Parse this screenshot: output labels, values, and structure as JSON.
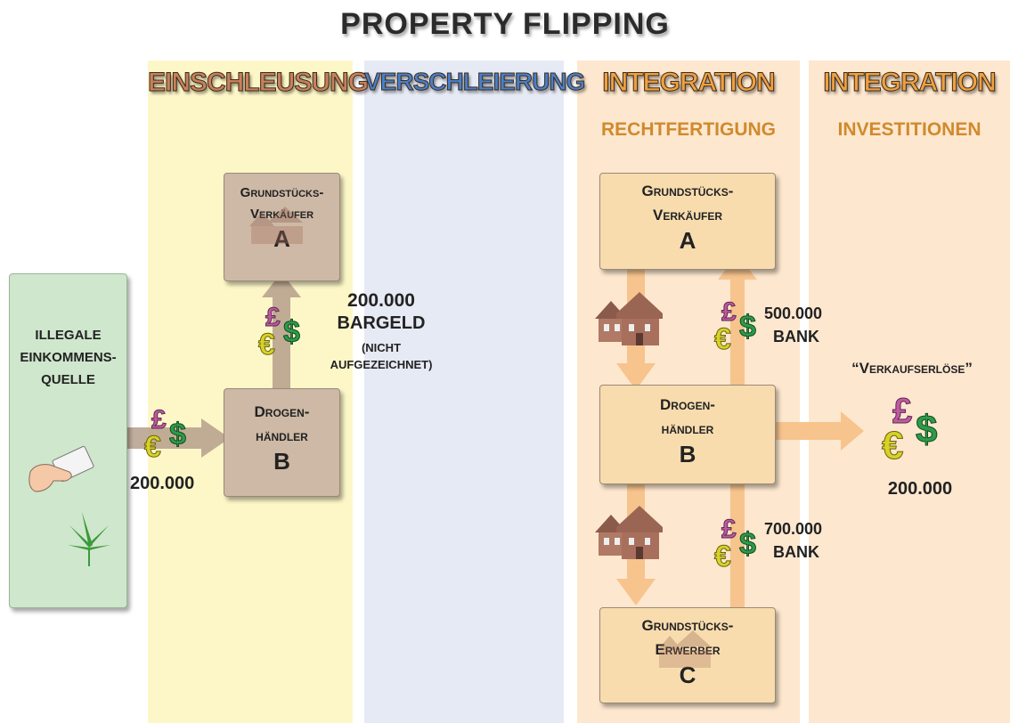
{
  "title": "PROPERTY FLIPPING",
  "columns": [
    {
      "heading": "EINSCHLEUSUNG",
      "subheading": ""
    },
    {
      "heading": "VERSCHLEIERUNG",
      "subheading": ""
    },
    {
      "heading": "INTEGRATION",
      "subheading": "RECHTFERTIGUNG"
    },
    {
      "heading": "INTEGRATION",
      "subheading": "INVESTITIONEN"
    }
  ],
  "colors": {
    "einschleusung_bg": "#fdf7c8",
    "verschleierung_bg": "#e6eaf5",
    "integration_bg": "#fde7cf",
    "source_box": "#cfe7cd",
    "brown_box": "#cdb9a6",
    "tan_box": "#f8dcae",
    "currency_pound": "#c05aa0",
    "currency_dollar": "#2d9b48",
    "currency_euro": "#d8d226",
    "arrow_brown": "#b59f8b",
    "arrow_orange": "#f7c48e"
  },
  "source": {
    "label_line1": "ILLEGALE",
    "label_line2": "EINKOMMENS-",
    "label_line3": "QUELLE",
    "icons": [
      "hand-with-envelope-icon",
      "cannabis-leaf-icon"
    ]
  },
  "left_flow": {
    "seller": {
      "line1": "Grundstücks-",
      "line2": "Verkäufer",
      "letter": "A"
    },
    "dealer": {
      "line1": "Drogen-",
      "line2": "händler",
      "letter": "B"
    },
    "input_amount": "200.000",
    "cash_amount": "200.000",
    "cash_label": "BARGELD",
    "cash_note1": "(NICHT",
    "cash_note2": "AUFGEZEICHNET)"
  },
  "right_flow": {
    "seller": {
      "line1": "Grundstücks-",
      "line2": "Verkäufer",
      "letter": "A"
    },
    "dealer": {
      "line1": "Drogen-",
      "line2": "händler",
      "letter": "B"
    },
    "buyer": {
      "line1": "Grundstücks-",
      "line2": "Erwerber",
      "letter": "C"
    },
    "payment_to_seller_amount": "500.000",
    "payment_to_seller_label": "BANK",
    "payment_from_buyer_amount": "700.000",
    "payment_from_buyer_label": "BANK",
    "proceeds_label": "“Verkaufserlöse”",
    "proceeds_amount": "200.000"
  },
  "currency_symbols": {
    "pound": "£",
    "euro": "€",
    "dollar": "$"
  }
}
